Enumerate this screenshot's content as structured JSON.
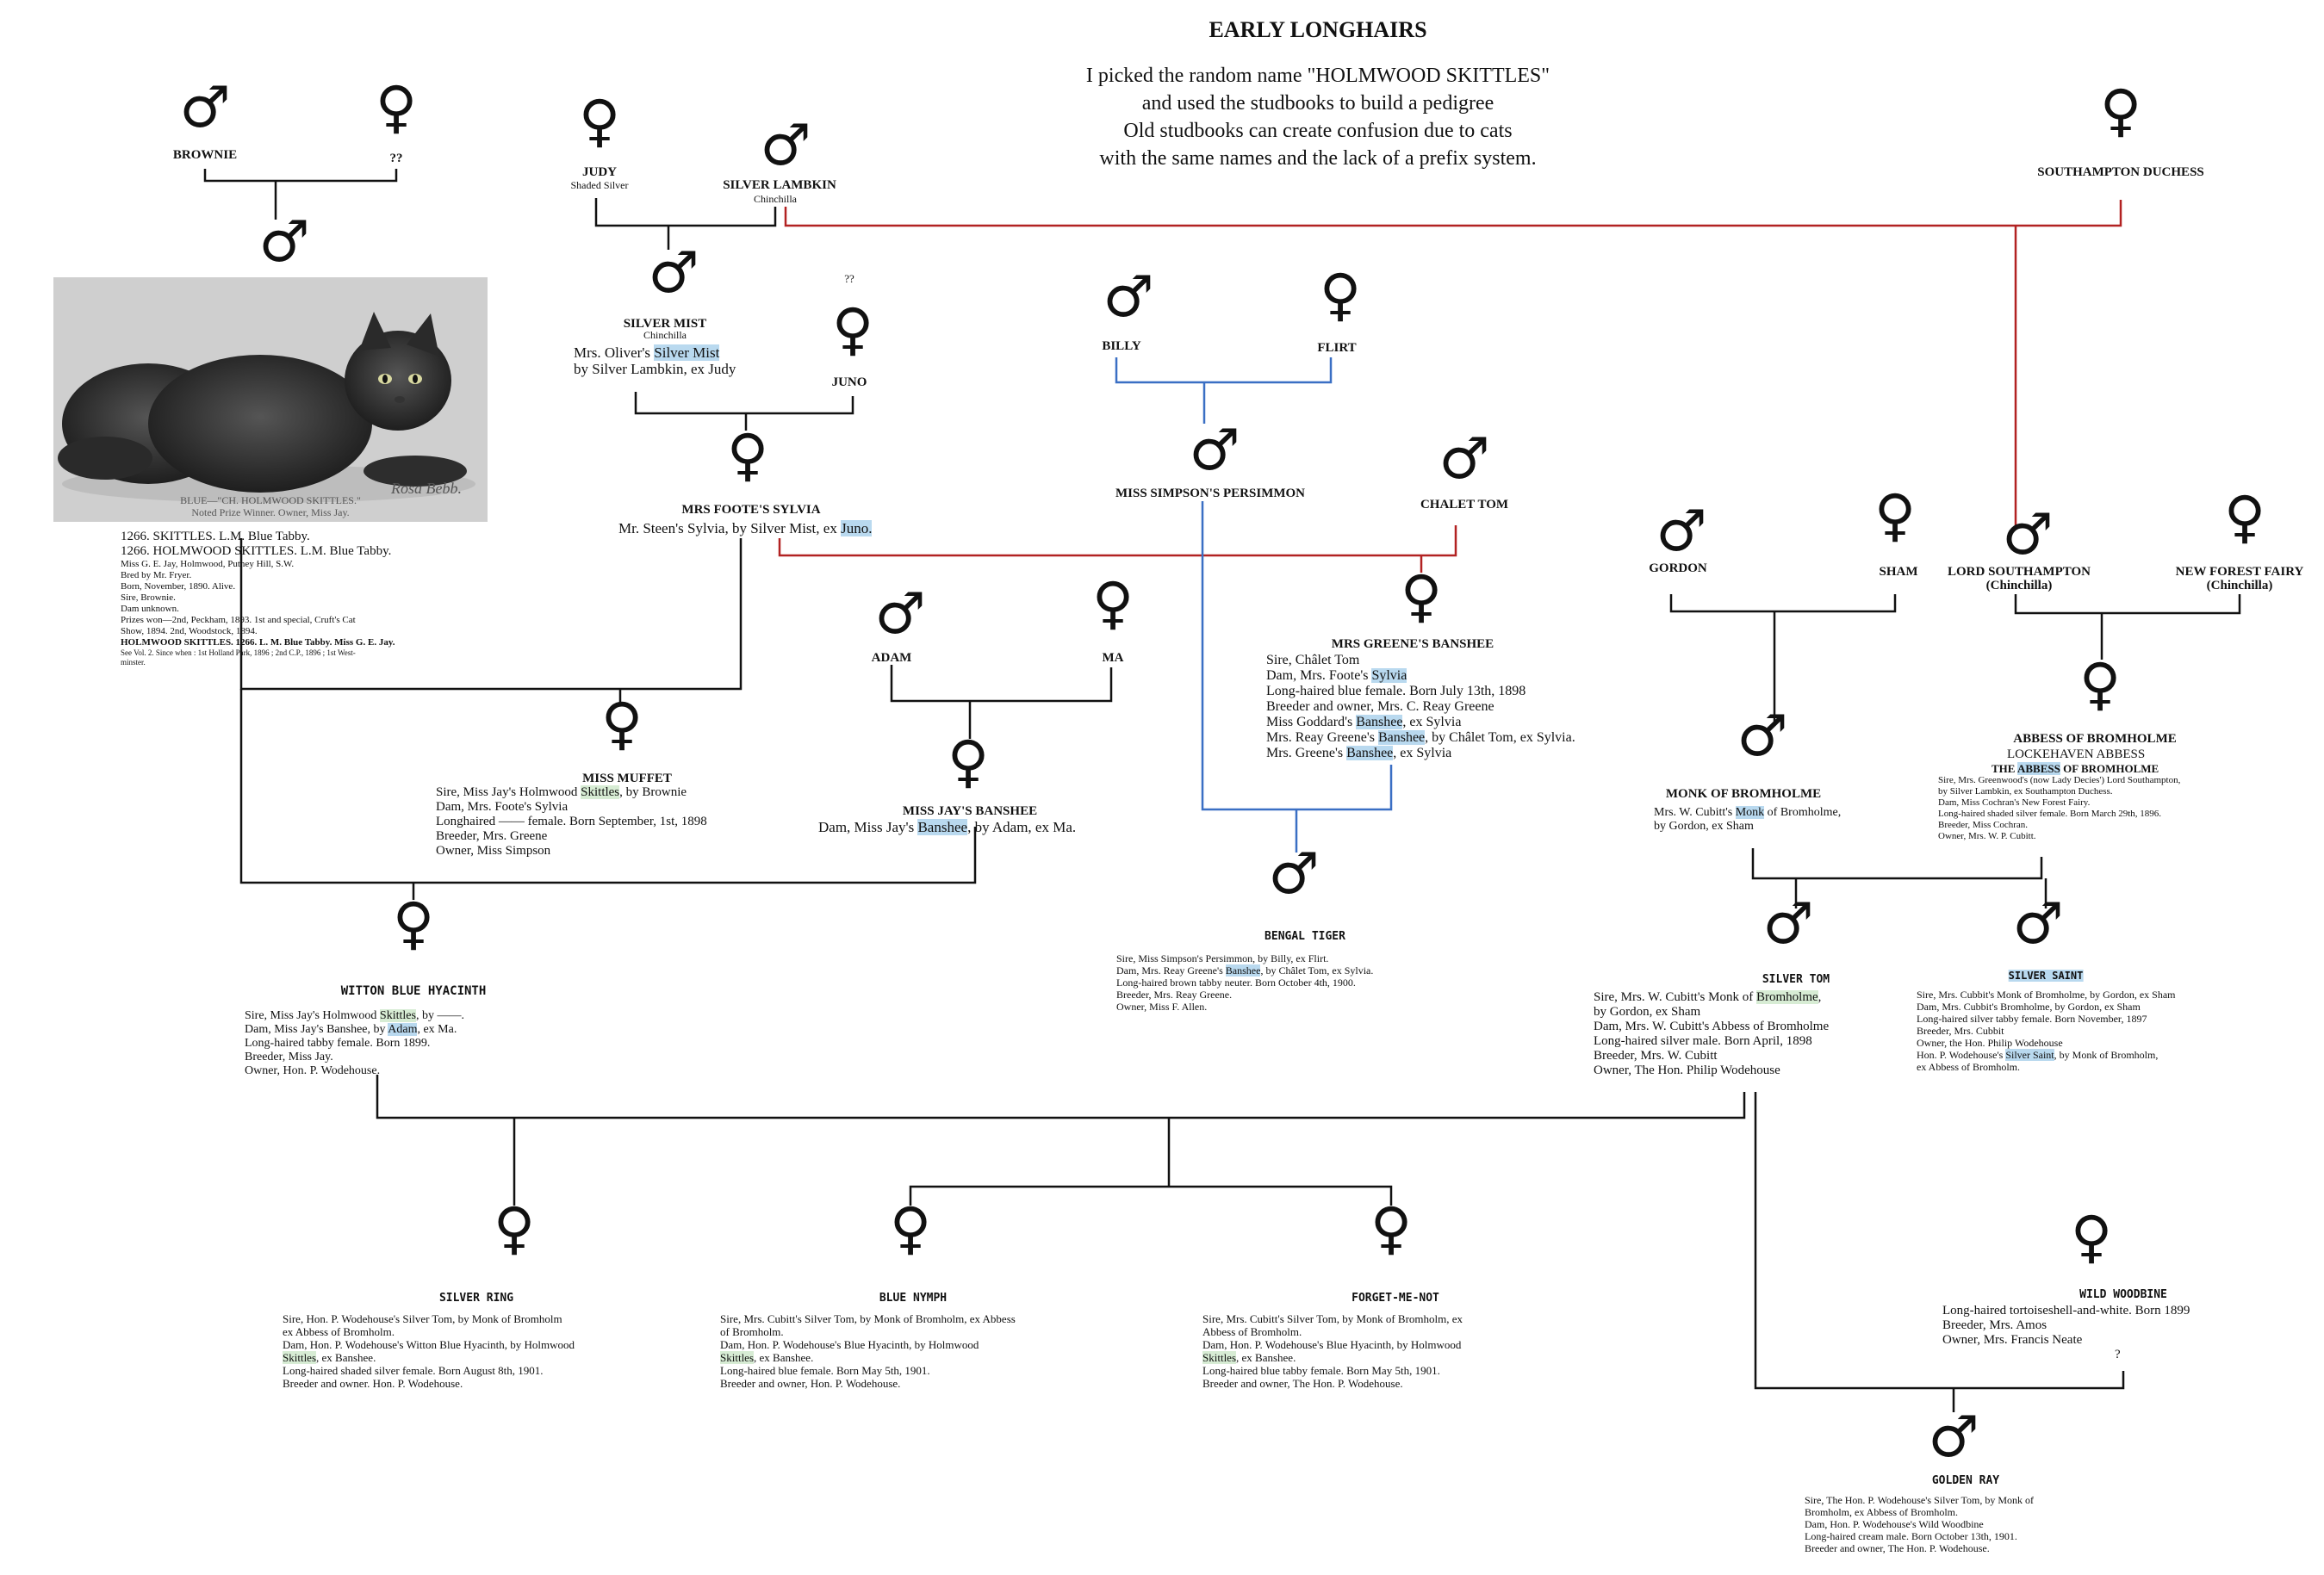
{
  "title": "EARLY LONGHAIRS",
  "intro": [
    "I picked the random name \"HOLMWOOD SKITTLES\"",
    "and used the studbooks to build a pedigree",
    "Old studbooks can create confusion due to cats",
    "with the same names and the lack of a prefix system."
  ],
  "symbols": {
    "male": "♂",
    "female": "♀"
  },
  "colors": {
    "red_line": "#b22222",
    "blue_line": "#3a6fc4",
    "black_line": "#111111",
    "highlight_blue": "#b9d9ef",
    "highlight_green": "#d7ecd4"
  },
  "photo": {
    "caption1": "BLUE—\"CH. HOLMWOOD SKITTLES.\"",
    "caption2": "Noted Prize Winner.   Owner, Miss Jay.",
    "signature": "Rosa Bebb."
  },
  "nodes": {
    "brownie": {
      "name": "BROWNIE"
    },
    "unknown_dam": {
      "name": "??"
    },
    "judy": {
      "name": "JUDY",
      "sub": "Shaded Silver"
    },
    "silver_lambkin": {
      "name": "SILVER LAMBKIN",
      "sub": "Chinchilla"
    },
    "southampton_duchess": {
      "name": "SOUTHAMPTON DUCHESS"
    },
    "silver_mist": {
      "name": "SILVER MIST",
      "sub": "Chinchilla"
    },
    "juno": {
      "name": "JUNO",
      "top": "??"
    },
    "billy": {
      "name": "BILLY"
    },
    "flirt": {
      "name": "FLIRT"
    },
    "foote_sylvia": {
      "name": "MRS FOOTE'S SYLVIA"
    },
    "persimmon": {
      "name": "MISS SIMPSON'S PERSIMMON"
    },
    "chalet_tom": {
      "name": "CHALET TOM"
    },
    "gordon": {
      "name": "GORDON"
    },
    "sham": {
      "name": "SHAM"
    },
    "lord_southampton": {
      "name": "LORD SOUTHAMPTON",
      "sub": "(Chinchilla)"
    },
    "new_forest_fairy": {
      "name": "NEW FOREST FAIRY",
      "sub": "(Chinchilla)"
    },
    "adam": {
      "name": "ADAM"
    },
    "ma": {
      "name": "MA"
    },
    "greene_banshee": {
      "name": "MRS GREENE'S BANSHEE"
    },
    "miss_muffet": {
      "name": "MISS MUFFET"
    },
    "jay_banshee": {
      "name": "MISS JAY'S BANSHEE"
    },
    "monk": {
      "name": "MONK OF BROMHOLME"
    },
    "abbess": {
      "name": "ABBESS OF BROMHOLME"
    },
    "bengal_tiger": {
      "name": "BENGAL TIGER"
    },
    "silver_tom": {
      "name": "SILVER TOM"
    },
    "silver_saint": {
      "name": "SILVER SAINT"
    },
    "witton": {
      "name": "WITTON BLUE HYACINTH"
    },
    "silver_ring": {
      "name": "SILVER RING"
    },
    "blue_nymph": {
      "name": "BLUE NYMPH"
    },
    "forget_me_not": {
      "name": "FORGET-ME-NOT"
    },
    "wild_woodbine": {
      "name": "WILD WOODBINE"
    },
    "golden_ray": {
      "name": "GOLDEN RAY"
    }
  },
  "records": {
    "skittles": [
      "1266.     SKITTLES.        L.M.          Blue Tabby.",
      "1266.     HOLMWOOD  SKITTLES.    L.M. Blue Tabby.",
      "Miss G. E. Jay, Holmwood, Putney Hill, S.W.",
      "Bred by Mr. Fryer.",
      "Born, November, 1890.       Alive.",
      "Sire, Brownie.",
      "Dam unknown.",
      "Prizes won—2nd, Peckham, 1893.  1st and special, Cruft's Cat",
      "      Show, 1894.   2nd, Woodstock, 1894.",
      "HOLMWOOD SKITTLES. 1266.  L. M. Blue Tabby.  Miss G. E. Jay.",
      "See Vol. 2.  Since when : 1st Holland Park, 1896 ; 2nd C.P., 1896 ; 1st West-",
      "minster."
    ],
    "silver_mist": [
      "Mrs. Oliver's Silver Mist",
      "by Silver Lambkin, ex Judy"
    ],
    "sylvia": [
      "Mr. Steen's Sylvia, by Silver Mist, ex Juno."
    ],
    "greene_banshee": [
      "Sire, Châlet Tom",
      "Dam, Mrs. Foote's Sylvia",
      "Long-haired blue female.   Born July 13th, 1898",
      "Breeder and owner, Mrs. C. Reay Greene",
      "Miss Goddard's Banshee, ex Sylvia",
      "Mrs. Reay Greene's Banshee, by Châlet Tom, ex Sylvia.",
      "Mrs. Greene's Banshee, ex Sylvia"
    ],
    "miss_muffet": [
      "Sire, Miss Jay's Holmwood Skittles, by Brownie",
      "Dam, Mrs. Foote's Sylvia",
      "Longhaired —— female.   Born September, 1st, 1898",
      "Breeder, Mrs. Greene",
      "Owner, Miss Simpson"
    ],
    "jay_banshee": [
      "Dam, Miss Jay's Banshee, by Adam, ex Ma."
    ],
    "monk": [
      "Mrs. W. Cubitt's Monk of Bromholme,",
      "by Gordon, ex Sham"
    ],
    "abbess": [
      "LOCKEHAVEN ABBESS",
      "THE ABBESS OF BROMHOLME",
      "Sire, Mrs. Greenwood's (now Lady Decies') Lord Southampton,",
      "     by Silver Lambkin, ex Southampton Duchess.",
      "Dam, Miss Cochran's New Forest Fairy.",
      "Long-haired shaded silver female.   Born March 29th, 1896.",
      "Breeder, Miss Cochran.",
      "Owner, Mrs. W. P. Cubitt."
    ],
    "bengal_tiger": [
      "Sire, Miss Simpson's Persimmon, by Billy, ex Flirt.",
      "Dam, Mrs. Reay Greene's Banshee, by Châlet Tom, ex Sylvia.",
      "Long-haired brown tabby neuter.   Born October 4th, 1900.",
      "Breeder, Mrs. Reay Greene.",
      "Owner, Miss F. Allen."
    ],
    "silver_tom": [
      "Sire, Mrs. W. Cubitt's Monk of Bromholme,",
      "        by Gordon, ex Sham",
      "Dam, Mrs. W. Cubitt's Abbess of Bromholme",
      "Long-haired silver male.   Born April, 1898",
      "Breeder, Mrs. W. Cubitt",
      "Owner, The Hon. Philip Wodehouse"
    ],
    "silver_saint": [
      "Sire, Mrs. Cubbit's Monk of Bromholme, by Gordon, ex Sham",
      "Dam, Mrs. Cubbit's Bromholme, by Gordon, ex Sham",
      "Long-haired silver tabby female.    Born November, 1897",
      "Breeder, Mrs. Cubbit",
      "Owner, the Hon. Philip Wodehouse",
      "  Hon. P. Wodehouse's Silver Saint, by Monk of Bromholm,",
      "ex Abbess of Bromholm."
    ],
    "witton": [
      "Sire, Miss Jay's Holmwood Skittles, by ——.",
      "Dam, Miss Jay's Banshee, by Adam, ex Ma.",
      "Long-haired tabby female.    Born 1899.",
      "Breeder, Miss Jay.",
      "Owner, Hon. P. Wodehouse."
    ],
    "silver_ring": [
      "Sire, Hon. P. Wodehouse's Silver Tom, by Monk of Bromholm",
      "      ex Abbess of Bromholm.",
      "Dam, Hon. P. Wodehouse's Witton Blue Hyacinth, by Holmwood",
      "      Skittles, ex Banshee.",
      "Long-haired shaded silver female.   Born August 8th, 1901.",
      "Breeder and owner. Hon. P. Wodehouse."
    ],
    "blue_nymph": [
      "Sire, Mrs. Cubitt's Silver Tom, by Monk of Bromholm, ex Abbess",
      "      of Bromholm.",
      "Dam,   Hon.   P.  Wodehouse's  Blue  Hyacinth,   by   Holmwood",
      "      Skittles, ex Banshee.",
      "Long-haired blue female.   Born May 5th, 1901.",
      "Breeder and owner, Hon. P. Wodehouse."
    ],
    "forget_me_not": [
      "Sire,   Mrs.  Cubitt's  Silver  Tom,  by  Monk  of  Bromholm,  ex",
      "      Abbess of Bromholm.",
      "Dam,   Hon.   P.  Wodehouse's   Blue   Hyacinth,   by   Holmwood",
      "      Skittles, ex Banshee.",
      "Long-haired blue tabby female.   Born May 5th, 1901.",
      "Breeder and owner, The Hon. P. Wodehouse."
    ],
    "wild_woodbine": [
      "Long-haired tortoiseshell-and-white.   Born 1899",
      "Breeder, Mrs. Amos",
      "Owner, Mrs. Francis Neate",
      "?"
    ],
    "golden_ray": [
      "Sire,  The  Hon.  P.  Wodehouse's  Silver  Tom,  by  Monk  of",
      "      Bromholm, ex Abbess of Bromholm.",
      "Dam, Hon. P. Wodehouse's Wild Woodbine",
      "Long-haired cream male.   Born October 13th, 1901.",
      "Breeder and owner, The Hon. P. Wodehouse."
    ]
  }
}
